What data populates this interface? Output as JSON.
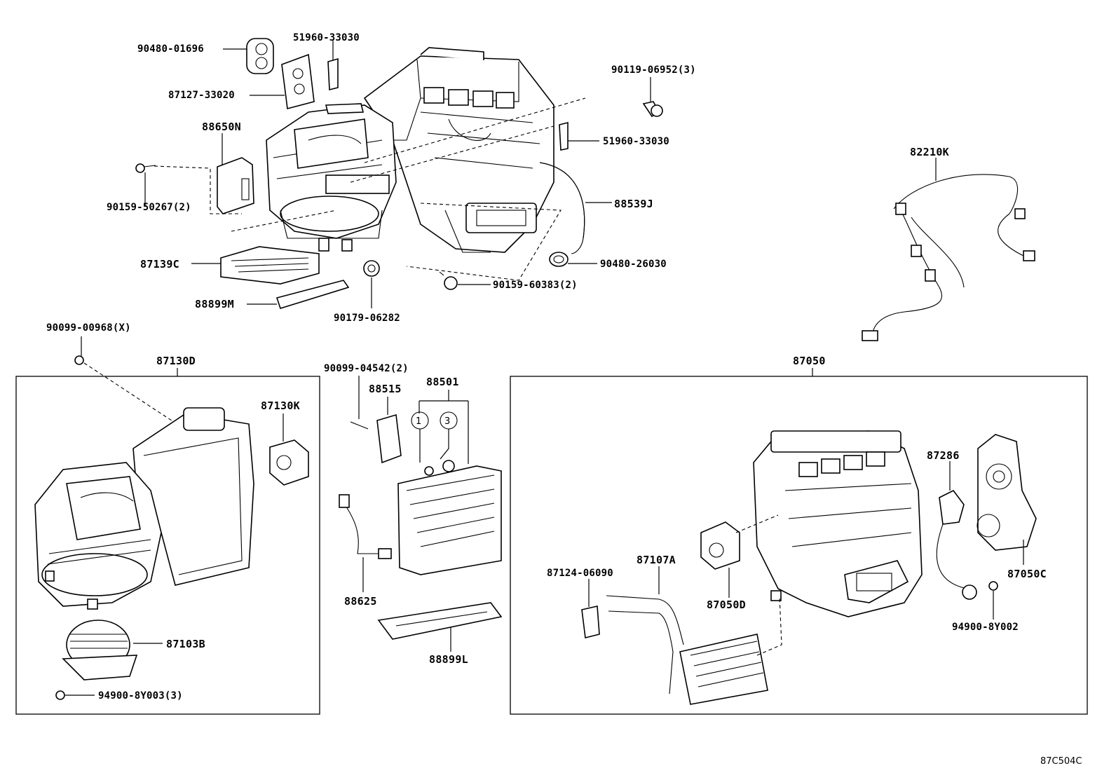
{
  "diagram": {
    "reference_code": "87C504C",
    "labels": {
      "p90480_01696": "90480-01696",
      "p51960_33030_top": "51960-33030",
      "p87127_33020": "87127-33020",
      "p88650N": "88650N",
      "p90119_06952": "90119-06952(3)",
      "p51960_33030_right": "51960-33030",
      "p82210K": "82210K",
      "p88539J": "88539J",
      "p90159_50267": "90159-50267(2)",
      "p87139C": "87139C",
      "p90480_26030": "90480-26030",
      "p90159_60383": "90159-60383(2)",
      "p88899M": "88899M",
      "p90179_06282": "90179-06282",
      "p90099_00968": "90099-00968(X)",
      "p87130D": "87130D",
      "p87050": "87050",
      "p87130K": "87130K",
      "p90099_04542": "90099-04542(2)",
      "p88515": "88515",
      "p88501": "88501",
      "p88625": "88625",
      "p88899L": "88899L",
      "p87103B": "87103B",
      "p94900_8Y003": "94900-8Y003(3)",
      "p87286": "87286",
      "p87050C": "87050C",
      "p87107A": "87107A",
      "p87124_06090": "87124-06090",
      "p87050D": "87050D",
      "p94900_8Y002": "94900-8Y002"
    },
    "circled_numbers": [
      "1",
      "3"
    ]
  }
}
